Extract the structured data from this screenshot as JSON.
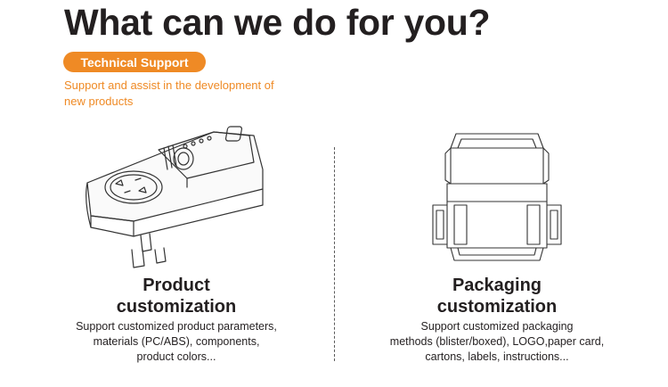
{
  "heading": "What can we do for you?",
  "badge": "Technical Support",
  "subtitle": "Support and assist in the development of new products",
  "product": {
    "title_line1": "Product",
    "title_line2": "customization",
    "desc_line1": "Support customized product parameters,",
    "desc_line2": "materials (PC/ABS), components,",
    "desc_line3": "product colors..."
  },
  "packaging": {
    "title_line1": "Packaging",
    "title_line2": "customization",
    "desc_line1": "Support customized packaging",
    "desc_line2": "methods (blister/boxed), LOGO,paper card,",
    "desc_line3": "cartons, labels, instructions..."
  },
  "colors": {
    "accent": "#ef8a25",
    "text": "#231f20"
  }
}
